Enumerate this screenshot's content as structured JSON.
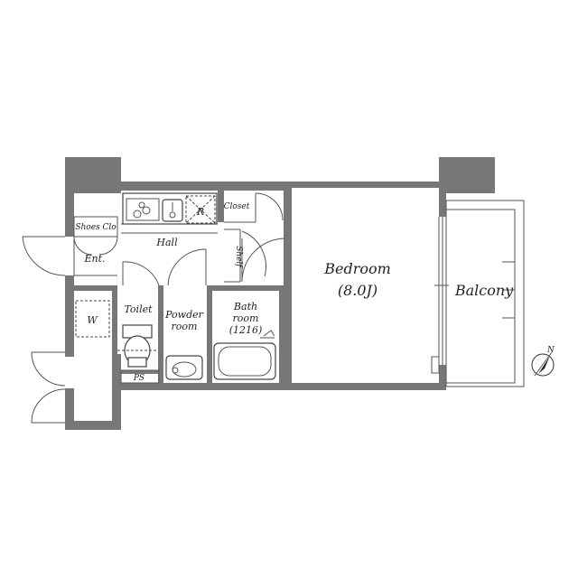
{
  "floorplan": {
    "rooms": {
      "bedroom": {
        "name": "Bedroom",
        "size": "(8.0J)"
      },
      "balcony": {
        "name": "Balcony"
      },
      "bath": {
        "line1": "Bath",
        "line2": "room",
        "line3": "(1216)"
      },
      "toilet": "Toilet",
      "powder": {
        "line1": "Powder",
        "line2": "room"
      },
      "hall": "Hall",
      "entrance": "Ent.",
      "shoes": "Shoes Clo",
      "closet": "Closet",
      "shelf": "Shelf",
      "washer": "W",
      "ps": "PS",
      "refrigerator": "R"
    },
    "compass": {
      "label": "N"
    },
    "colors": {
      "wall": "#777777",
      "line": "#555555",
      "background": "#ffffff"
    }
  }
}
